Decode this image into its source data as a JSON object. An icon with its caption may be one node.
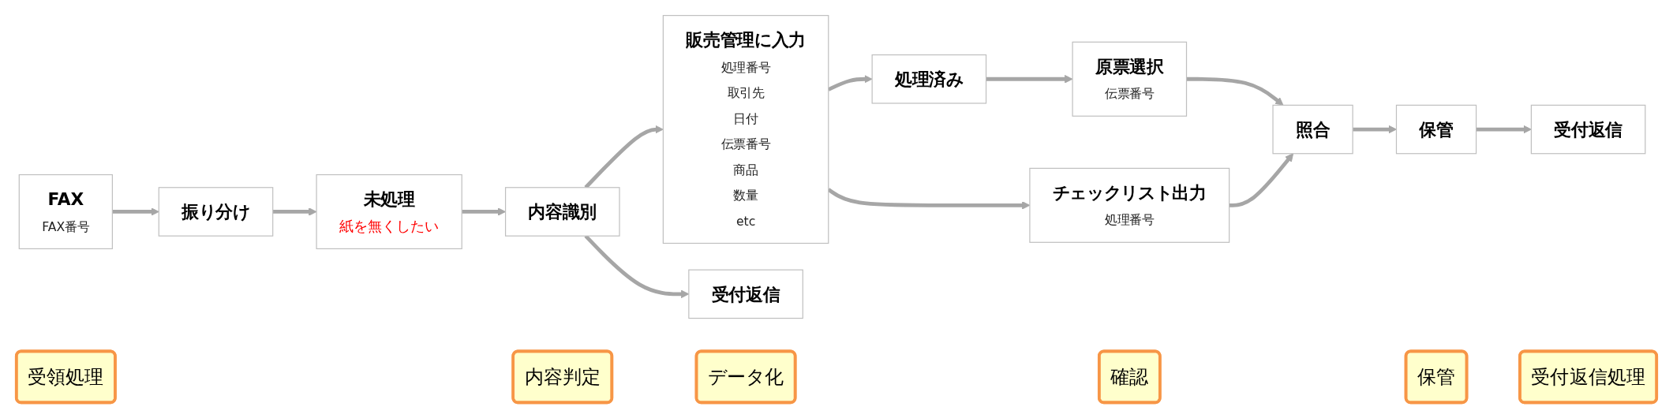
{
  "diagram": {
    "nodes": [
      {
        "text": [
          "FAX",
          "FAX番号"
        ]
      },
      {
        "text": [
          "振り分け"
        ]
      },
      {
        "text": [
          "未処理",
          "紙を無くしたい"
        ]
      },
      {
        "text": [
          "内容識別"
        ]
      },
      {
        "text": [
          "受付返信"
        ]
      },
      {
        "text": [
          "販売管理に入力",
          "処理番号",
          "取引先",
          "日付",
          "伝票番号",
          "商品",
          "数量",
          "etc"
        ]
      },
      {
        "text": [
          "処理済み"
        ]
      },
      {
        "text": [
          "チェックリスト出力",
          "処理番号"
        ]
      },
      {
        "text": [
          "原票選択",
          "伝票番号"
        ]
      },
      {
        "text": [
          "照合"
        ]
      },
      {
        "text": [
          "保管"
        ]
      },
      {
        "text": [
          "受付返信"
        ]
      },
      {
        "text": [
          "受領処理"
        ]
      },
      {
        "text": [
          "内容判定"
        ]
      },
      {
        "text": [
          "データ化"
        ]
      },
      {
        "text": [
          "確認"
        ]
      },
      {
        "text": [
          "保管"
        ]
      },
      {
        "text": [
          "受付返信処理"
        ]
      }
    ],
    "edges": [
      {
        "from": 0,
        "to": 1,
        "arrow": "to"
      },
      {
        "from": 1,
        "to": 2,
        "arrow": "to"
      },
      {
        "from": 2,
        "to": 3,
        "arrow": "to"
      },
      {
        "from": 3,
        "to": 4,
        "arrow": "to"
      },
      {
        "from": 3,
        "to": 5,
        "arrow": "to"
      },
      {
        "from": 5,
        "to": 6,
        "arrow": "to"
      },
      {
        "from": 5,
        "to": 7,
        "arrow": "to"
      },
      {
        "from": 6,
        "to": 8,
        "arrow": "to"
      },
      {
        "from": 8,
        "to": 9,
        "arrow": "to"
      },
      {
        "from": 7,
        "to": 9,
        "arrow": "to"
      },
      {
        "from": 9,
        "to": 10,
        "arrow": "to"
      },
      {
        "from": 10,
        "to": 11,
        "arrow": "to"
      }
    ]
  }
}
